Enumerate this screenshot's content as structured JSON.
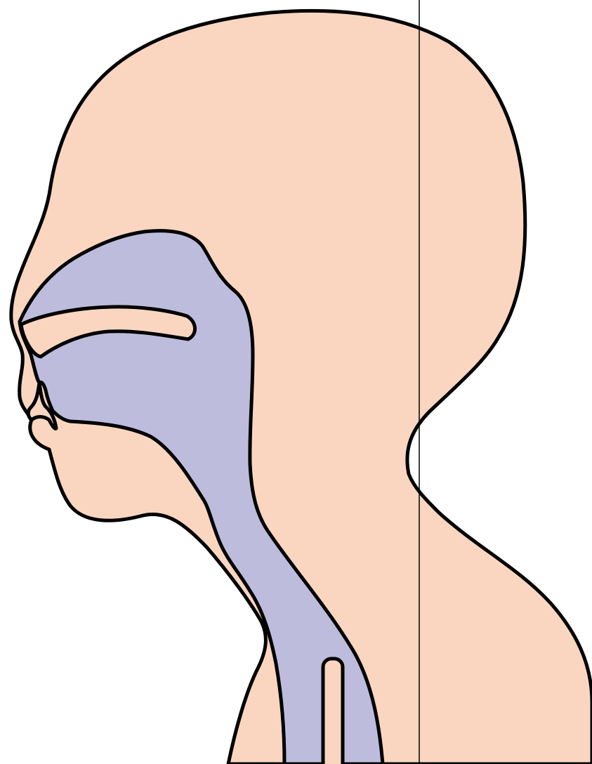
{
  "diagram": {
    "subject": "sagittal-head-and-neck",
    "colors": {
      "skin": "#FAD6C0",
      "airway": "#BDBCDC",
      "outline": "#000000",
      "background": "#FFFFFF",
      "reference_line": "#000000"
    },
    "parts": [
      "head-profile",
      "nasal-cavity-and-pharynx",
      "hard-palate",
      "tongue-and-jaw",
      "trachea-ring"
    ]
  }
}
